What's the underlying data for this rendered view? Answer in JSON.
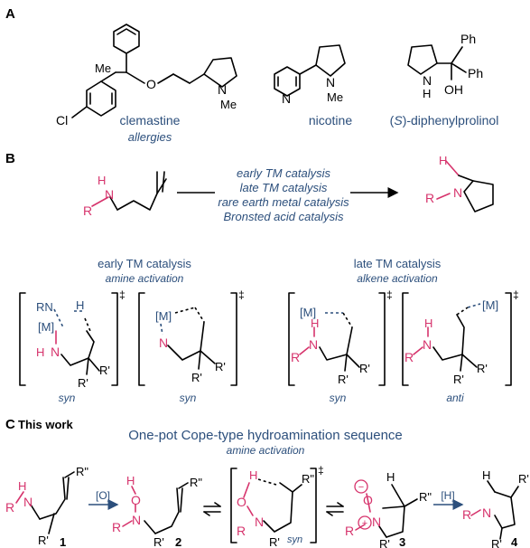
{
  "colors": {
    "blue": "#2c4f7c",
    "pink": "#d6336c",
    "black": "#000000"
  },
  "panel_a": {
    "letter": "A",
    "clemastine": {
      "me": "Me",
      "o": "O",
      "n": "N",
      "nme": "Me",
      "cl": "Cl",
      "name": "clemastine",
      "use": "allergies"
    },
    "nicotine": {
      "n_ring": "N",
      "n": "N",
      "me": "Me",
      "name": "nicotine"
    },
    "prolinol": {
      "n": "N",
      "h": "H",
      "ph1": "Ph",
      "ph2": "Ph",
      "oh": "OH",
      "name_prefix": "(",
      "name_s": "S",
      "name_rest": ")-diphenylprolinol"
    }
  },
  "panel_b": {
    "letter": "B",
    "sm": {
      "h": "H",
      "n": "N",
      "r": "R"
    },
    "conditions": [
      "early TM catalysis",
      "late TM catalysis",
      "rare earth metal catalysis",
      "Bronsted acid catalysis"
    ],
    "product": {
      "h": "H",
      "r": "R",
      "n": "N"
    },
    "early": {
      "title": "early TM catalysis",
      "subtitle": "amine activation"
    },
    "late": {
      "title": "late TM catalysis",
      "subtitle": "alkene activation"
    },
    "ts1": {
      "rn": "RN",
      "h_top": "H",
      "m": "[M]",
      "h": "H",
      "n": "N",
      "rp1": "R'",
      "rp2": "R'",
      "dagger": "‡",
      "label": "syn"
    },
    "ts2": {
      "m": "[M]",
      "n": "N",
      "rp1": "R'",
      "rp2": "R'",
      "dagger": "‡",
      "label": "syn"
    },
    "ts3": {
      "m": "[M]",
      "h": "H",
      "r": "R",
      "n": "N",
      "rp1": "R'",
      "rp2": "R'",
      "dagger": "‡",
      "label": "syn"
    },
    "ts4": {
      "m": "[M]",
      "h": "H",
      "r": "R",
      "n": "N",
      "rp1": "R'",
      "rp2": "R'",
      "dagger": "‡",
      "label": "anti"
    }
  },
  "panel_c": {
    "letter": "C",
    "heading": "This work",
    "title": "One-pot Cope-type hydroamination sequence",
    "subtitle": "amine activation",
    "c1": {
      "h": "H",
      "n": "N",
      "r": "R",
      "rpp": "R\"",
      "rp": "R'",
      "num": "1"
    },
    "arrow1": "[O]",
    "c2": {
      "h": "H",
      "o": "O",
      "n": "N",
      "r": "R",
      "rpp": "R\"",
      "rp": "R'",
      "num": "2"
    },
    "ts": {
      "h": "H",
      "o": "O",
      "n": "N",
      "r": "R",
      "rpp": "R\"",
      "rp": "R'",
      "dagger": "‡",
      "label": "syn"
    },
    "c3": {
      "o": "O",
      "minus": "−",
      "plus": "+",
      "n": "N",
      "r": "R",
      "h": "H",
      "rpp": "R\"",
      "rp": "R'",
      "num": "3"
    },
    "arrow2": "[H]",
    "c4": {
      "h": "H",
      "r": "R",
      "n": "N",
      "rp": "R'",
      "rp2": "R'",
      "num": "4"
    }
  }
}
